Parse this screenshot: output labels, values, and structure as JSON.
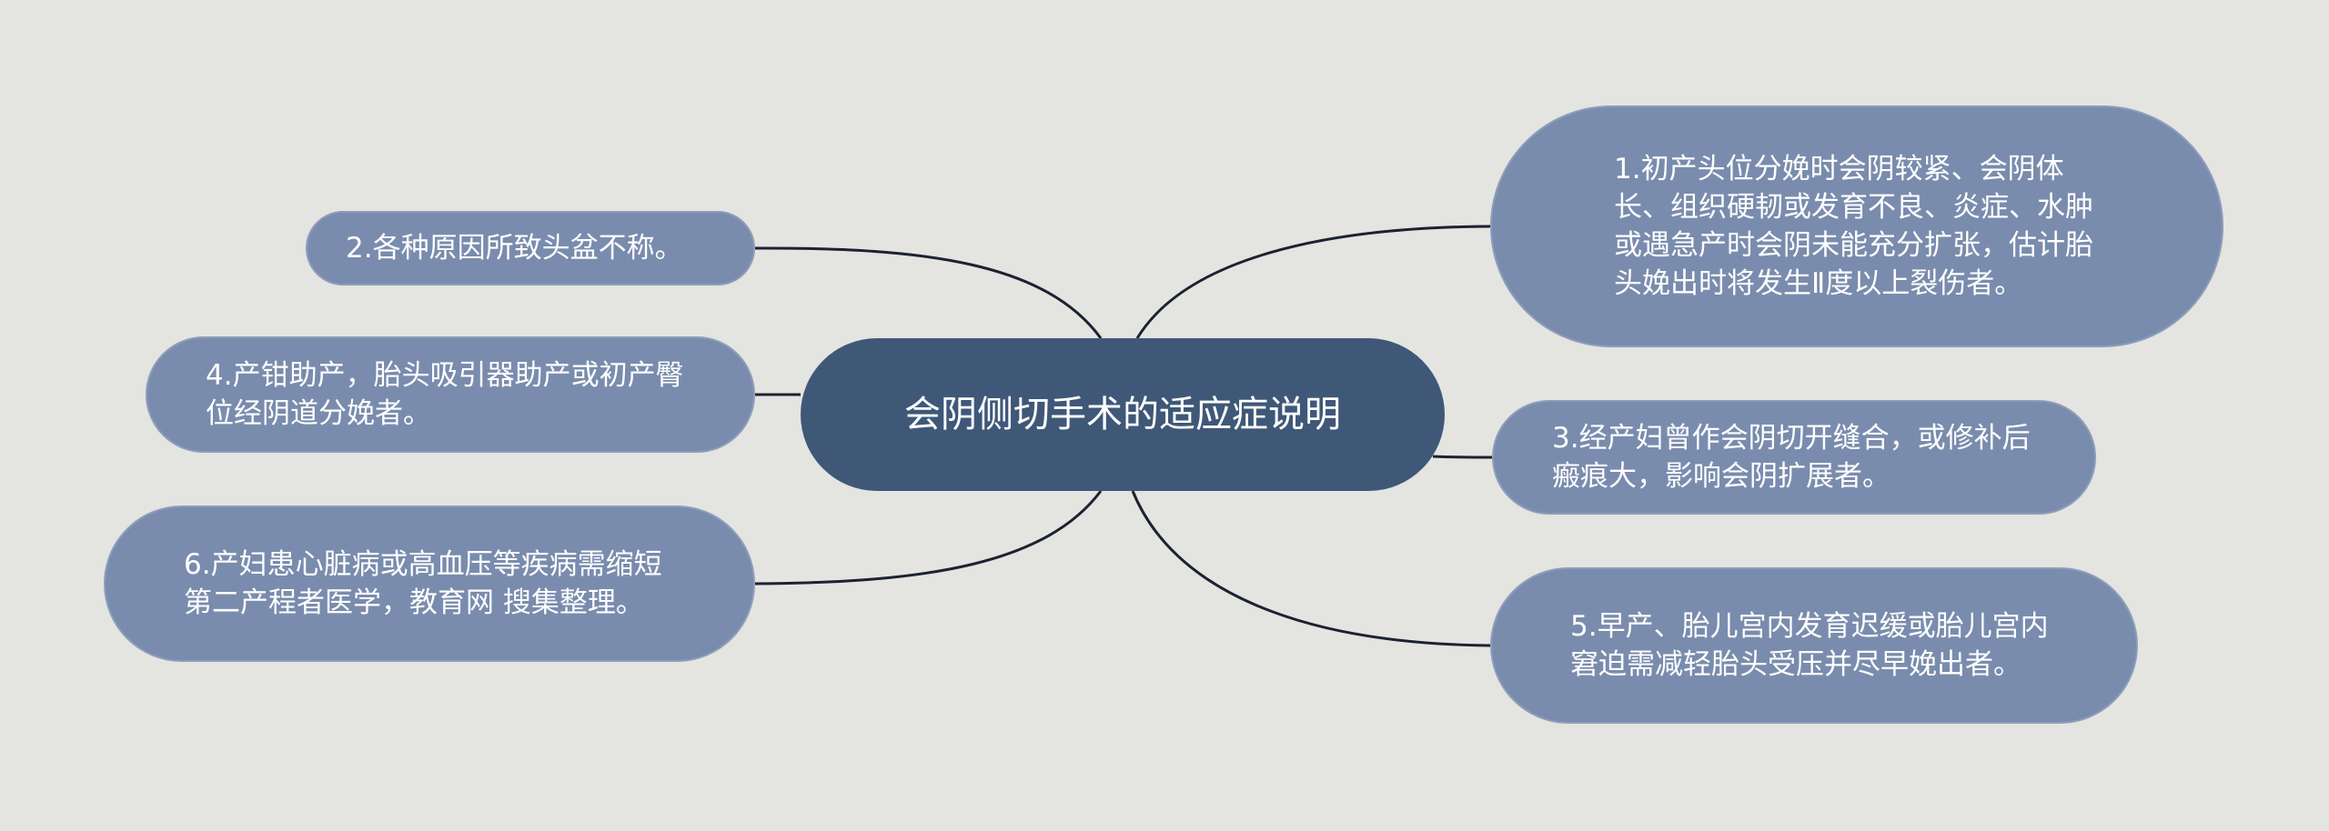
{
  "mindmap": {
    "root": "会阴侧切手术的适应症说明",
    "branches": [
      {
        "id": "n1",
        "side": "right",
        "text": "1.初产头位分娩时会阴较紧、会阴体长、组织硬韧或发育不良、炎症、水肿或遇急产时会阴未能充分扩张，估计胎头娩出时将发生Ⅱ度以上裂伤者。"
      },
      {
        "id": "n2",
        "side": "left",
        "text": "2.各种原因所致头盆不称。"
      },
      {
        "id": "n3",
        "side": "right",
        "text": "3.经产妇曾作会阴切开缝合，或修补后瘢痕大，影响会阴扩展者。"
      },
      {
        "id": "n4",
        "side": "left",
        "text": "4.产钳助产，胎头吸引器助产或初产臀位经阴道分娩者。"
      },
      {
        "id": "n5",
        "side": "right",
        "text": "5.早产、胎儿宫内发育迟缓或胎儿宫内窘迫需减轻胎头受压并尽早娩出者。"
      },
      {
        "id": "n6",
        "side": "left",
        "text": "6.产妇患心脏病或高血压等疾病需缩短第二产程者医学，教育网 搜集整理。"
      }
    ]
  },
  "colors": {
    "background": "#e4e4e1",
    "root_fill": "#3f5878",
    "leaf_fill": "#7a8cad",
    "leaf_border": "#8d9dba",
    "edge": "#1b2230",
    "text": "#ffffff"
  }
}
